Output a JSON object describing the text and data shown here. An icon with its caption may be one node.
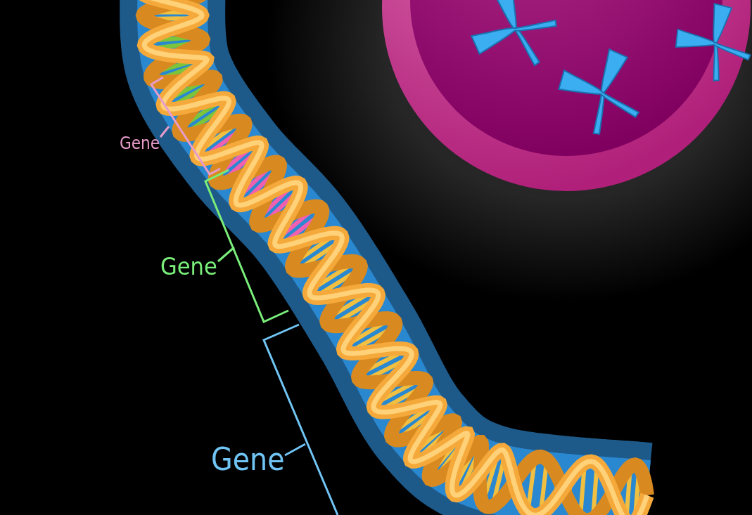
{
  "diagram": {
    "labels": [
      "Gene",
      "Gene",
      "Gene"
    ]
  }
}
